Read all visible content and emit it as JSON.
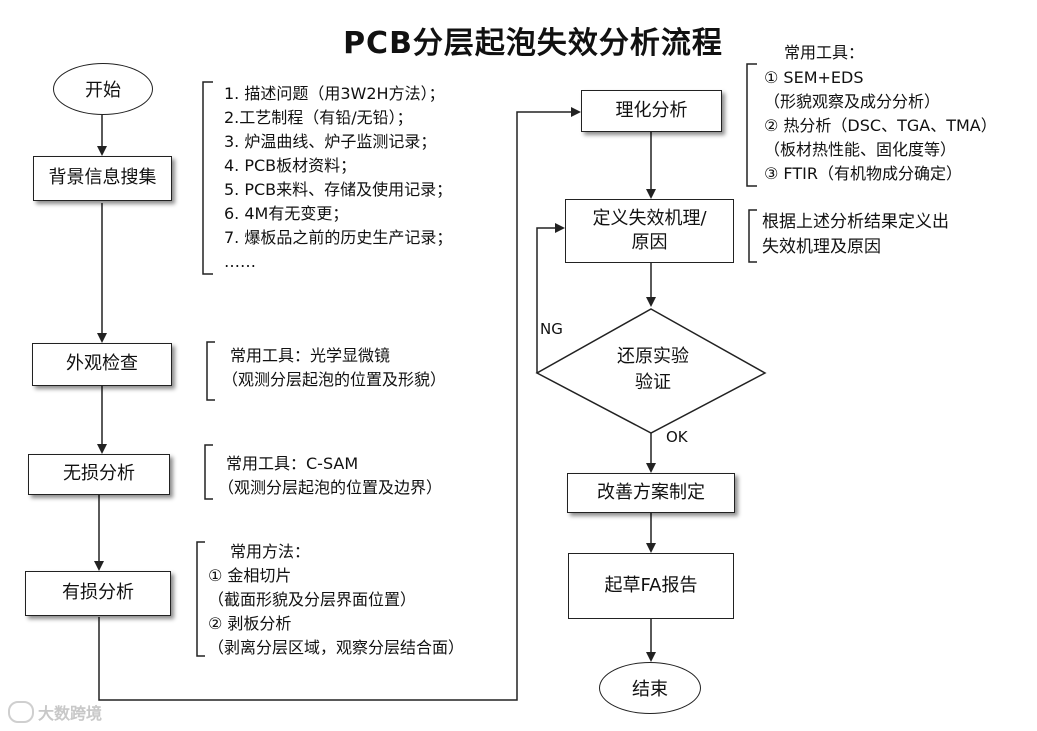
{
  "title": "PCB分层起泡失效分析流程",
  "nodes": {
    "start": "开始",
    "background": "背景信息搜集",
    "visual": "外观检查",
    "nondestructive": "无损分析",
    "destructive": "有损分析",
    "physchem": "理化分析",
    "define_line1": "定义失效机理/",
    "define_line2": "原因",
    "verify_line1": "还原实验",
    "verify_line2": "验证",
    "improve": "改善方案制定",
    "report": "起草FA报告",
    "end": "结束"
  },
  "edge_labels": {
    "ng": "NG",
    "ok": "OK"
  },
  "notes": {
    "background": [
      "1. 描述问题（用3W2H方法）；",
      "2.工艺制程（有铅/无铅）；",
      "3. 炉温曲线、炉子监测记录；",
      "4. PCB板材资料；",
      "5. PCB来料、存储及使用记录；",
      "6. 4M有无变更；",
      "7. 爆板品之前的历史生产记录；",
      "……"
    ],
    "visual": [
      "常用工具：光学显微镜",
      "（观测分层起泡的位置及形貌）"
    ],
    "nondestructive": [
      "常用工具：C-SAM",
      "（观测分层起泡的位置及边界）"
    ],
    "destructive": [
      "常用方法：",
      "① 金相切片",
      "（截面形貌及分层界面位置）",
      "② 剥板分析",
      "（剥离分层区域，观察分层结合面）"
    ],
    "physchem_header": "常用工具：",
    "physchem": [
      "① SEM+EDS",
      "（形貌观察及成分分析）",
      "② 热分析（DSC、TGA、TMA）",
      "（板材热性能、固化度等）",
      "③ FTIR（有机物成分确定）"
    ],
    "define": [
      "根据上述分析结果定义出",
      "失效机理及原因"
    ]
  },
  "watermark": "大数跨境"
}
